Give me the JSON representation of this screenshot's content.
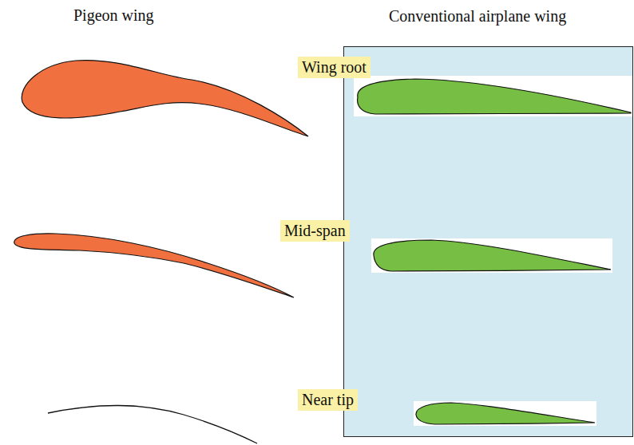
{
  "diagram": {
    "nodes": [
      {
        "text": [
          "Conventional airplane wing"
        ]
      },
      {
        "text": [
          "Wing root"
        ],
        "in": 0
      },
      {
        "text": [
          "Mid-span"
        ],
        "in": 0
      },
      {
        "text": [
          "Near tip"
        ],
        "in": 0
      }
    ],
    "labels": [
      "Pigeon wing"
    ]
  }
}
